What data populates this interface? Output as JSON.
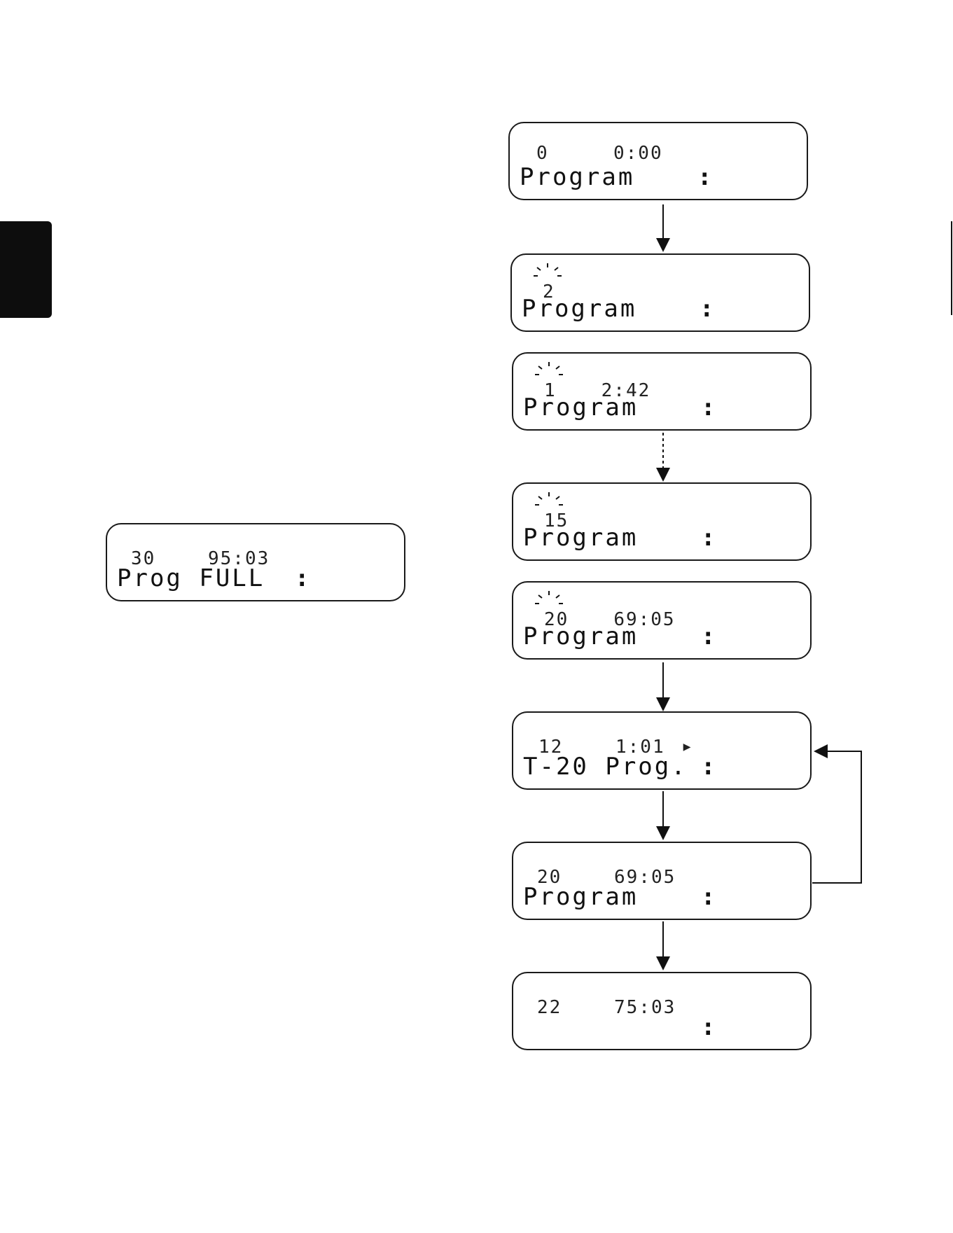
{
  "displays": [
    {
      "id": "d1",
      "track": "0",
      "time": "0:00",
      "label": "Program"
    },
    {
      "id": "d2",
      "track": "2",
      "time": "",
      "label": "Program"
    },
    {
      "id": "d3",
      "track": "1",
      "time": "2:42",
      "label": "Program"
    },
    {
      "id": "d4",
      "track": "15",
      "time": "",
      "label": "Program"
    },
    {
      "id": "d5",
      "track": "20",
      "time": "69:05",
      "label": "Program"
    },
    {
      "id": "d6",
      "track": "12",
      "time": "1:01",
      "play": "▶",
      "label": "T-20 Prog."
    },
    {
      "id": "d7",
      "track": "20",
      "time": "69:05",
      "label": "Program"
    },
    {
      "id": "d8",
      "track": "22",
      "time": "75:03",
      "label": ""
    },
    {
      "id": "full",
      "track": "30",
      "time": "95:03",
      "label": "Prog FULL"
    }
  ],
  "colon": ":"
}
